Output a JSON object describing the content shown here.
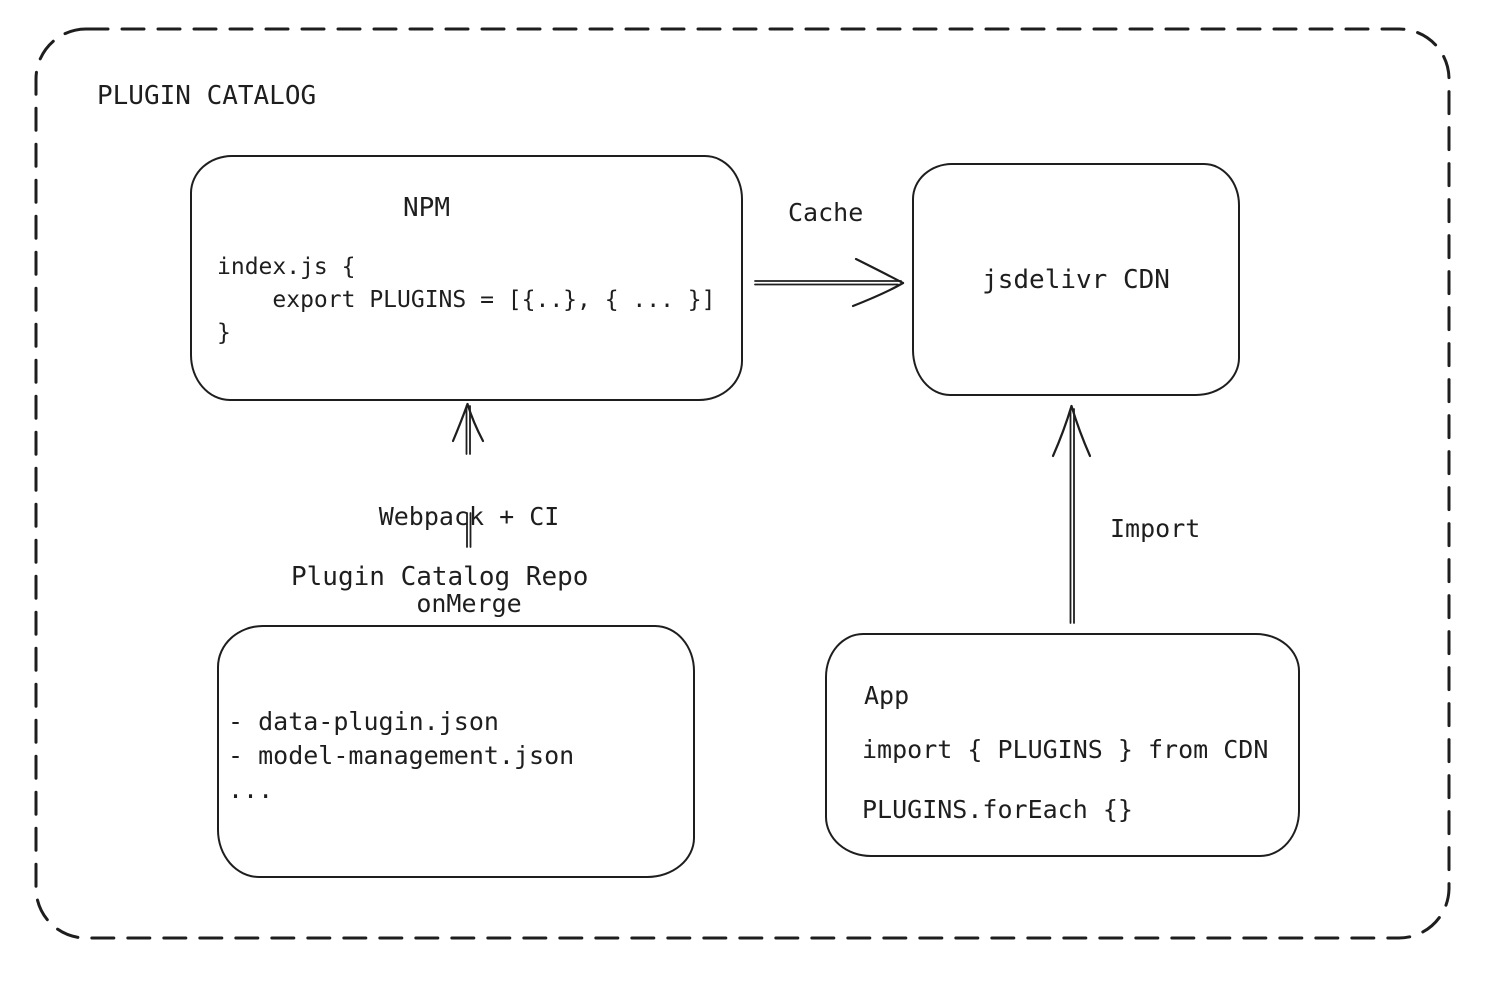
{
  "diagram": {
    "title": "PLUGIN CATALOG",
    "stroke_color": "#1e1e1e",
    "background_color": "#ffffff"
  },
  "nodes": {
    "npm": {
      "title": "NPM",
      "code_lines": [
        "index.js {",
        "    export PLUGINS = [{..}, { ... }]",
        "}"
      ]
    },
    "cdn": {
      "label": "jsdelivr CDN"
    },
    "repo": {
      "title": "Plugin Catalog Repo",
      "files": [
        "- data-plugin.json",
        "- model-management.json",
        "..."
      ]
    },
    "app": {
      "title": "App",
      "code_lines": [
        "import { PLUGINS } from CDN",
        "PLUGINS.forEach {}"
      ]
    }
  },
  "edges": {
    "cache": {
      "label": "Cache",
      "from": "NPM",
      "to": "jsdelivr CDN",
      "direction": "right"
    },
    "build": {
      "label_line1": "Webpack + CI",
      "label_line2": "onMerge",
      "from": "Plugin Catalog Repo",
      "to": "NPM",
      "direction": "up"
    },
    "import": {
      "label": "Import",
      "from": "App",
      "to": "jsdelivr CDN",
      "direction": "up"
    }
  }
}
